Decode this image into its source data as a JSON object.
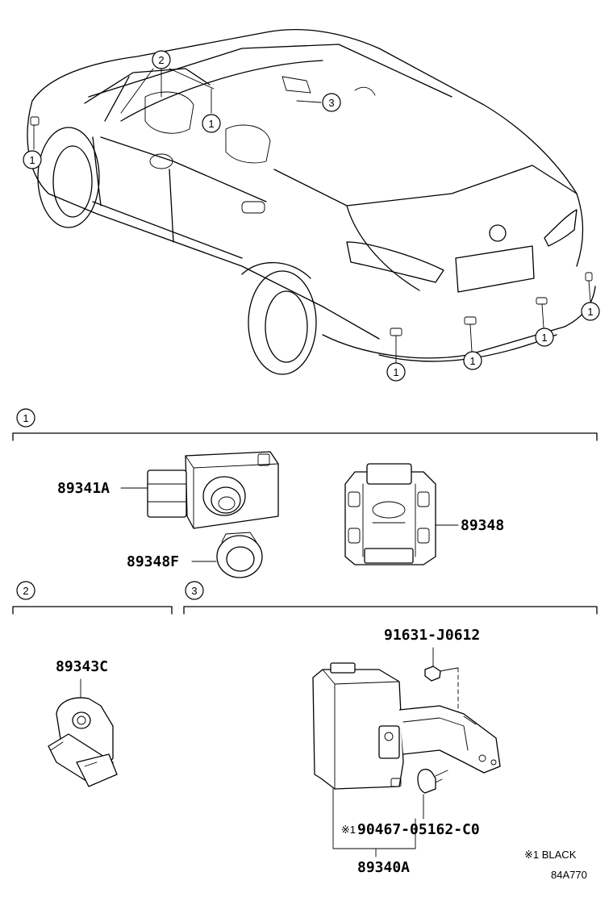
{
  "car_callouts": [
    "1",
    "1",
    "1",
    "1",
    "1",
    "1",
    "2",
    "3"
  ],
  "sections": [
    {
      "number": "1"
    },
    {
      "number": "2"
    },
    {
      "number": "3"
    }
  ],
  "parts": {
    "p89341A": "89341A",
    "p89348F": "89348F",
    "p89348": "89348",
    "p89343C": "89343C",
    "p91631": "91631-J0612",
    "p90467": "90467-05162-C0",
    "p90467_note_mark": "※1",
    "p89340A": "89340A"
  },
  "footnote": "※1 BLACK",
  "figure_code": "84A770"
}
